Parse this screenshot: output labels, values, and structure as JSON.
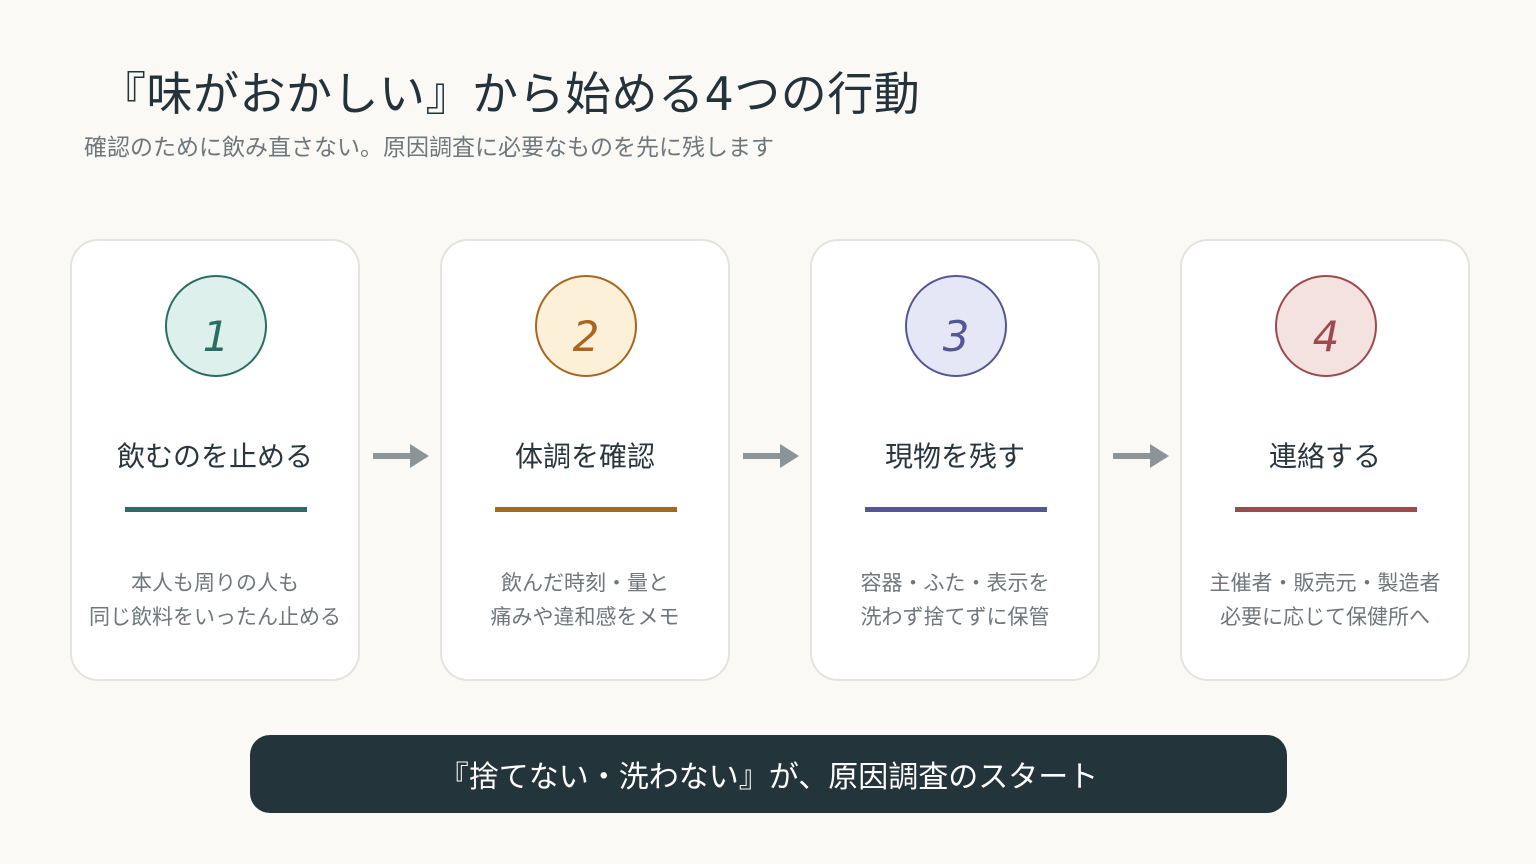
{
  "title": "『味がおかしい』から始める4つの行動",
  "subtitle": "確認のために飲み直さない。原因調査に必要なものを先に残します",
  "steps": [
    {
      "number": "1",
      "title": "飲むのを止める",
      "desc_line1": "本人も周りの人も",
      "desc_line2": "同じ飲料をいったん止める",
      "color": "#2a6e63",
      "circle_bg": "#ddf0ec"
    },
    {
      "number": "2",
      "title": "体調を確認",
      "desc_line1": "飲んだ時刻・量と",
      "desc_line2": "痛みや違和感をメモ",
      "color": "#a8661f",
      "circle_bg": "#fdf0d9"
    },
    {
      "number": "3",
      "title": "現物を残す",
      "desc_line1": "容器・ふた・表示を",
      "desc_line2": "洗わず捨てずに保管",
      "color": "#555795",
      "circle_bg": "#e6e7f6"
    },
    {
      "number": "4",
      "title": "連絡する",
      "desc_line1": "主催者・販売元・製造者",
      "desc_line2": "必要に応じて保健所へ",
      "color": "#9c4a4d",
      "circle_bg": "#f4e2e1"
    }
  ],
  "arrow_icon": "arrow-right-icon",
  "arrow_color": "#8b9598",
  "footer": {
    "text": "『捨てない・洗わない』が、原因調査のスタート",
    "bg": "#23343b"
  }
}
